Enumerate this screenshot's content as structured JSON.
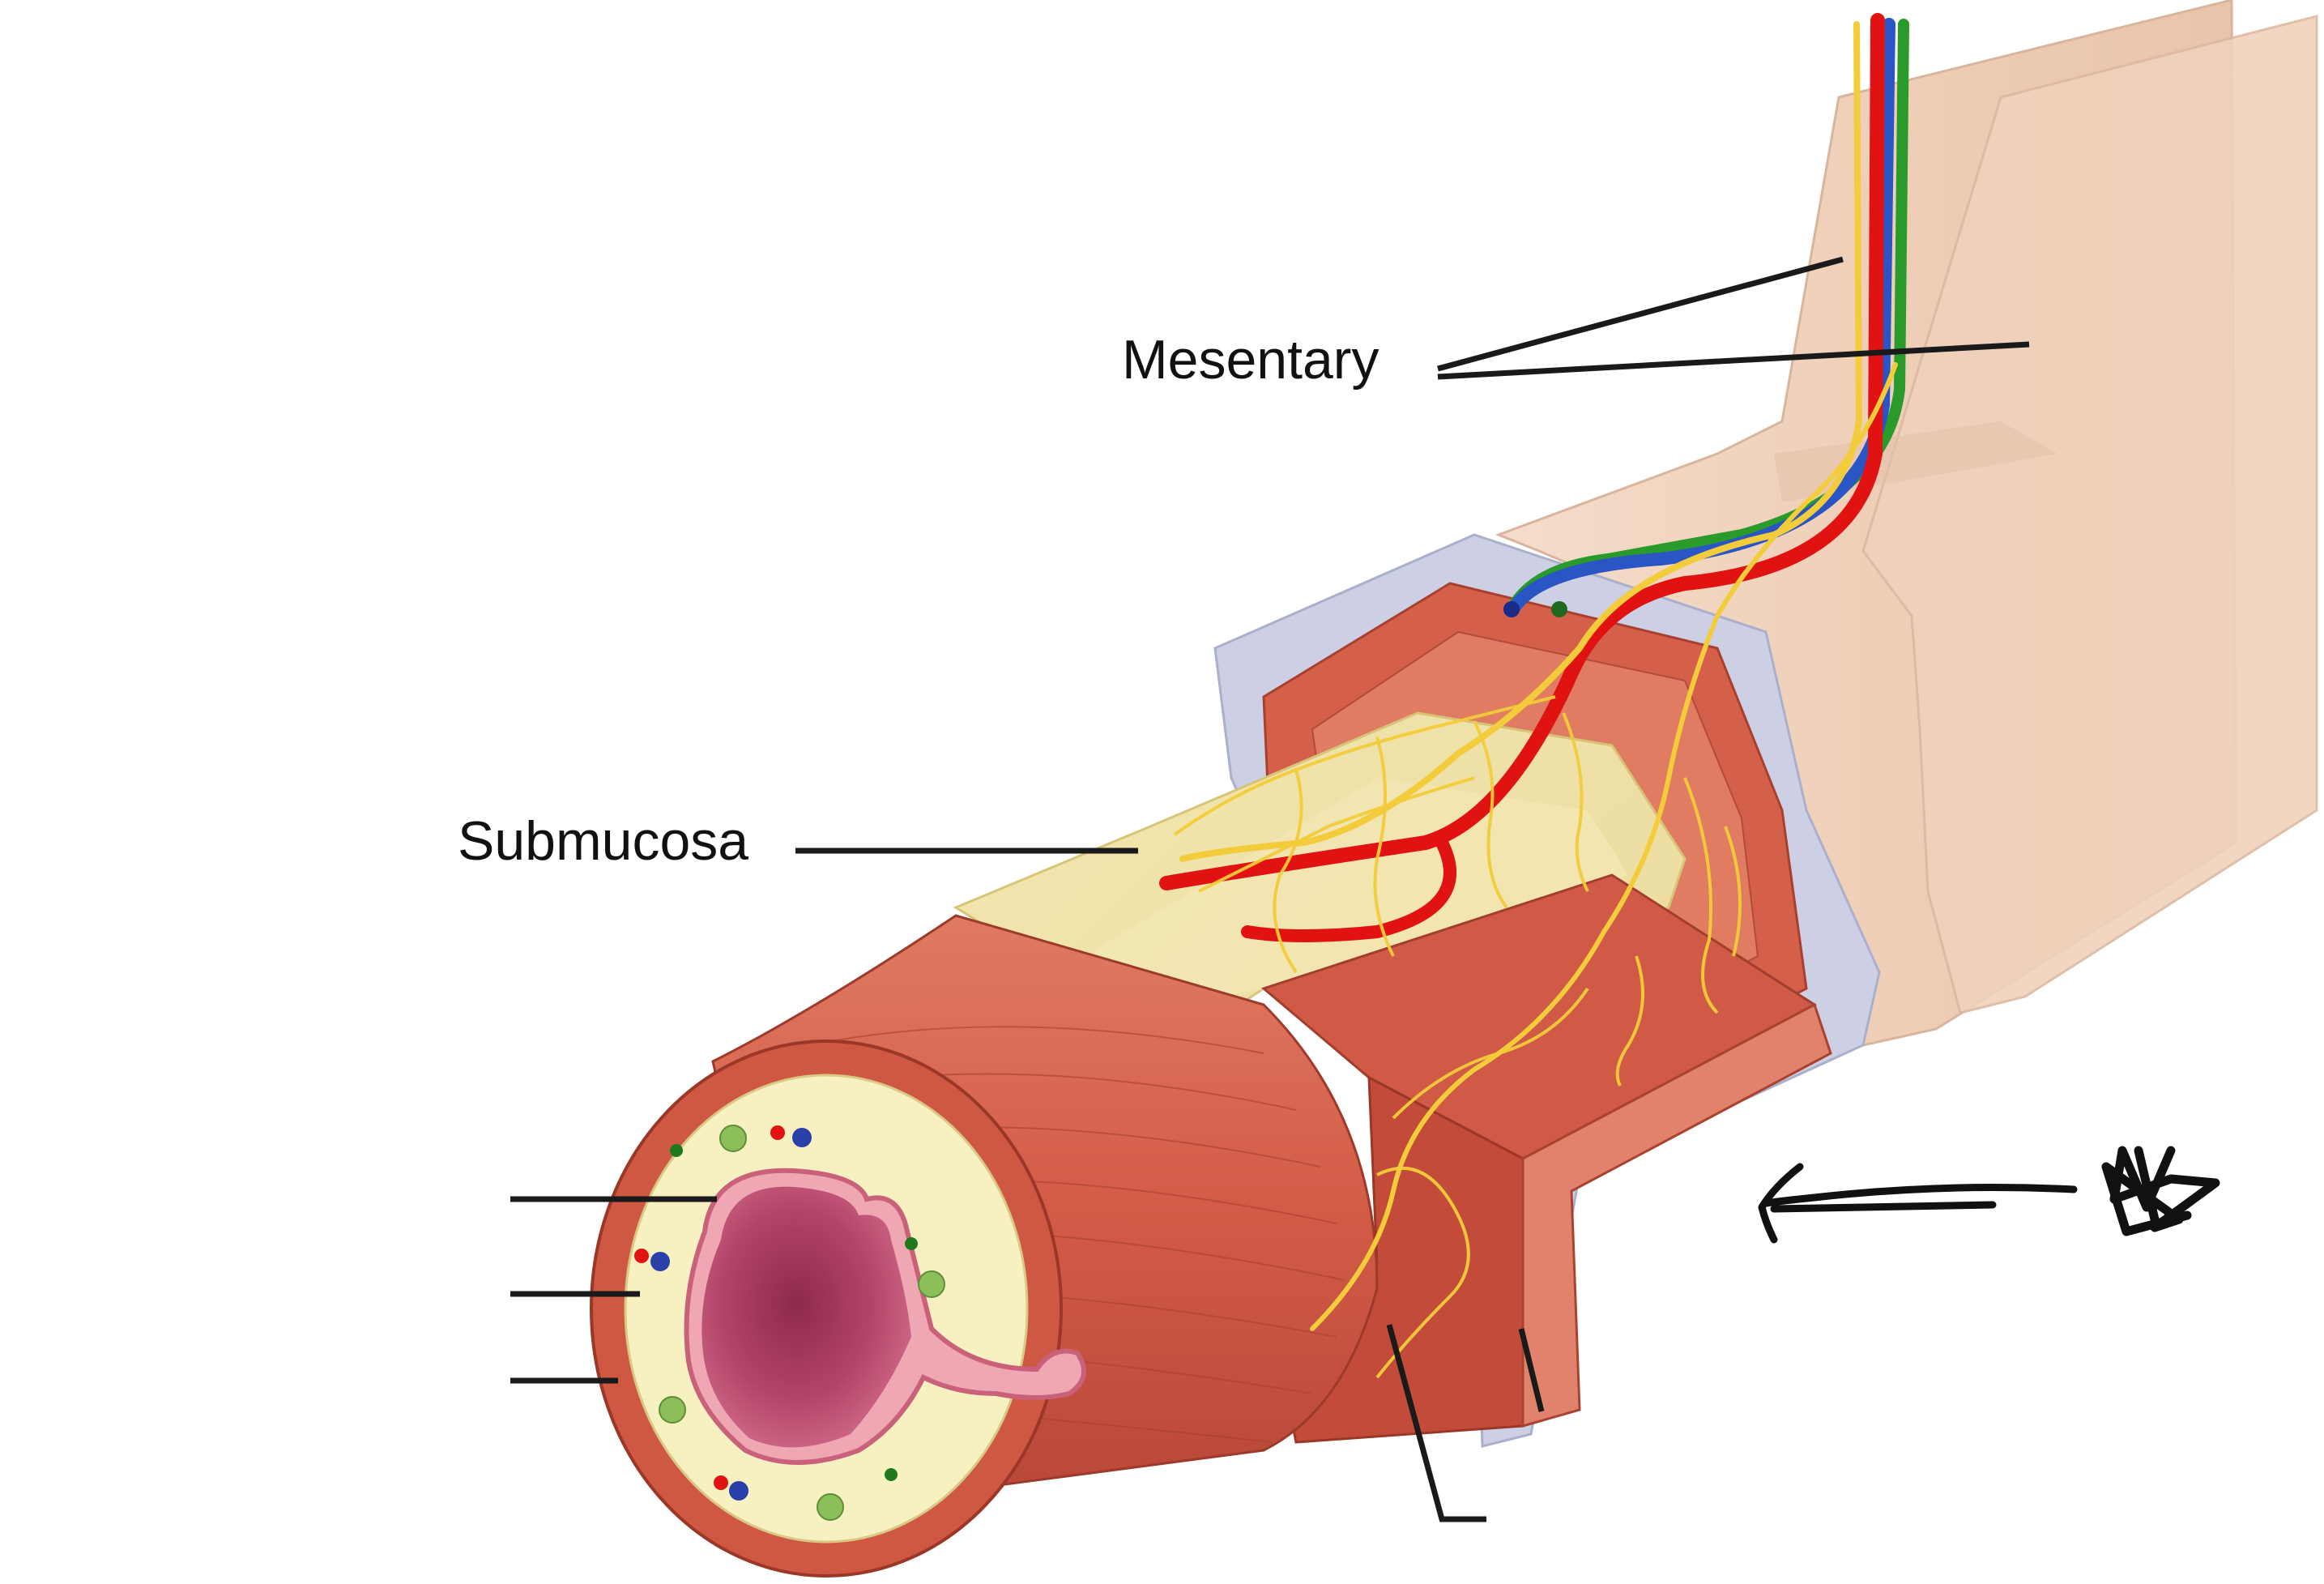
{
  "labels": {
    "mesentary": "Mesentary",
    "submucosa": "Submucosa"
  },
  "blank_label_lines": 5,
  "colors": {
    "muscle": "#d9644f",
    "muscle_dark": "#b94a3a",
    "muscle_light": "#e8836d",
    "submucosa": "#f6f0bf",
    "submucosa_outline": "#e8dc8f",
    "mucosa": "#e58ea0",
    "lumen": "#a33a5d",
    "mesentery": "#f2d4bf",
    "serosa": "#c8cce0",
    "artery": "#e01212",
    "vein": "#2a55c4",
    "lymph": "#2a9a2a",
    "nerve": "#f2cc3a",
    "leader_line": "#1a1a1a",
    "star": "#111111"
  },
  "icons": {
    "marker": "star-icon",
    "pointer": "arrow-icon"
  }
}
